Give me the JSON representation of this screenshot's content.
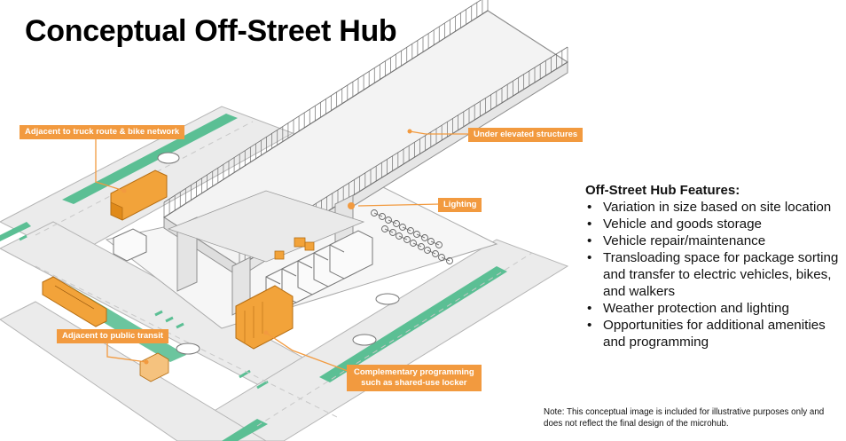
{
  "slide": {
    "title": "Conceptual Off-Street Hub"
  },
  "callouts": {
    "truck_route": "Adjacent to truck route & bike network",
    "elevated": "Under elevated structures",
    "lighting": "Lighting",
    "transit": "Adjacent to public transit",
    "programming_line1": "Complementary programming",
    "programming_line2": "such as shared-use locker"
  },
  "features": {
    "heading": "Off-Street Hub Features:",
    "items": [
      "Variation in size based on site location",
      "Vehicle and goods storage",
      "Vehicle repair/maintenance",
      "Transloading space for package sorting and transfer to electric vehicles, bikes, and walkers",
      "Weather protection and lighting",
      "Opportunities for additional amenities and programming"
    ]
  },
  "note": "Note: This conceptual image is included for illustrative purposes only and does not reflect the final design of the microhub.",
  "colors": {
    "accent": "#f29a3f",
    "bike_lane": "#5bbf94",
    "road": "#e9e9e9",
    "parcel": "#f7f7f7",
    "line": "#9a9a9a"
  }
}
